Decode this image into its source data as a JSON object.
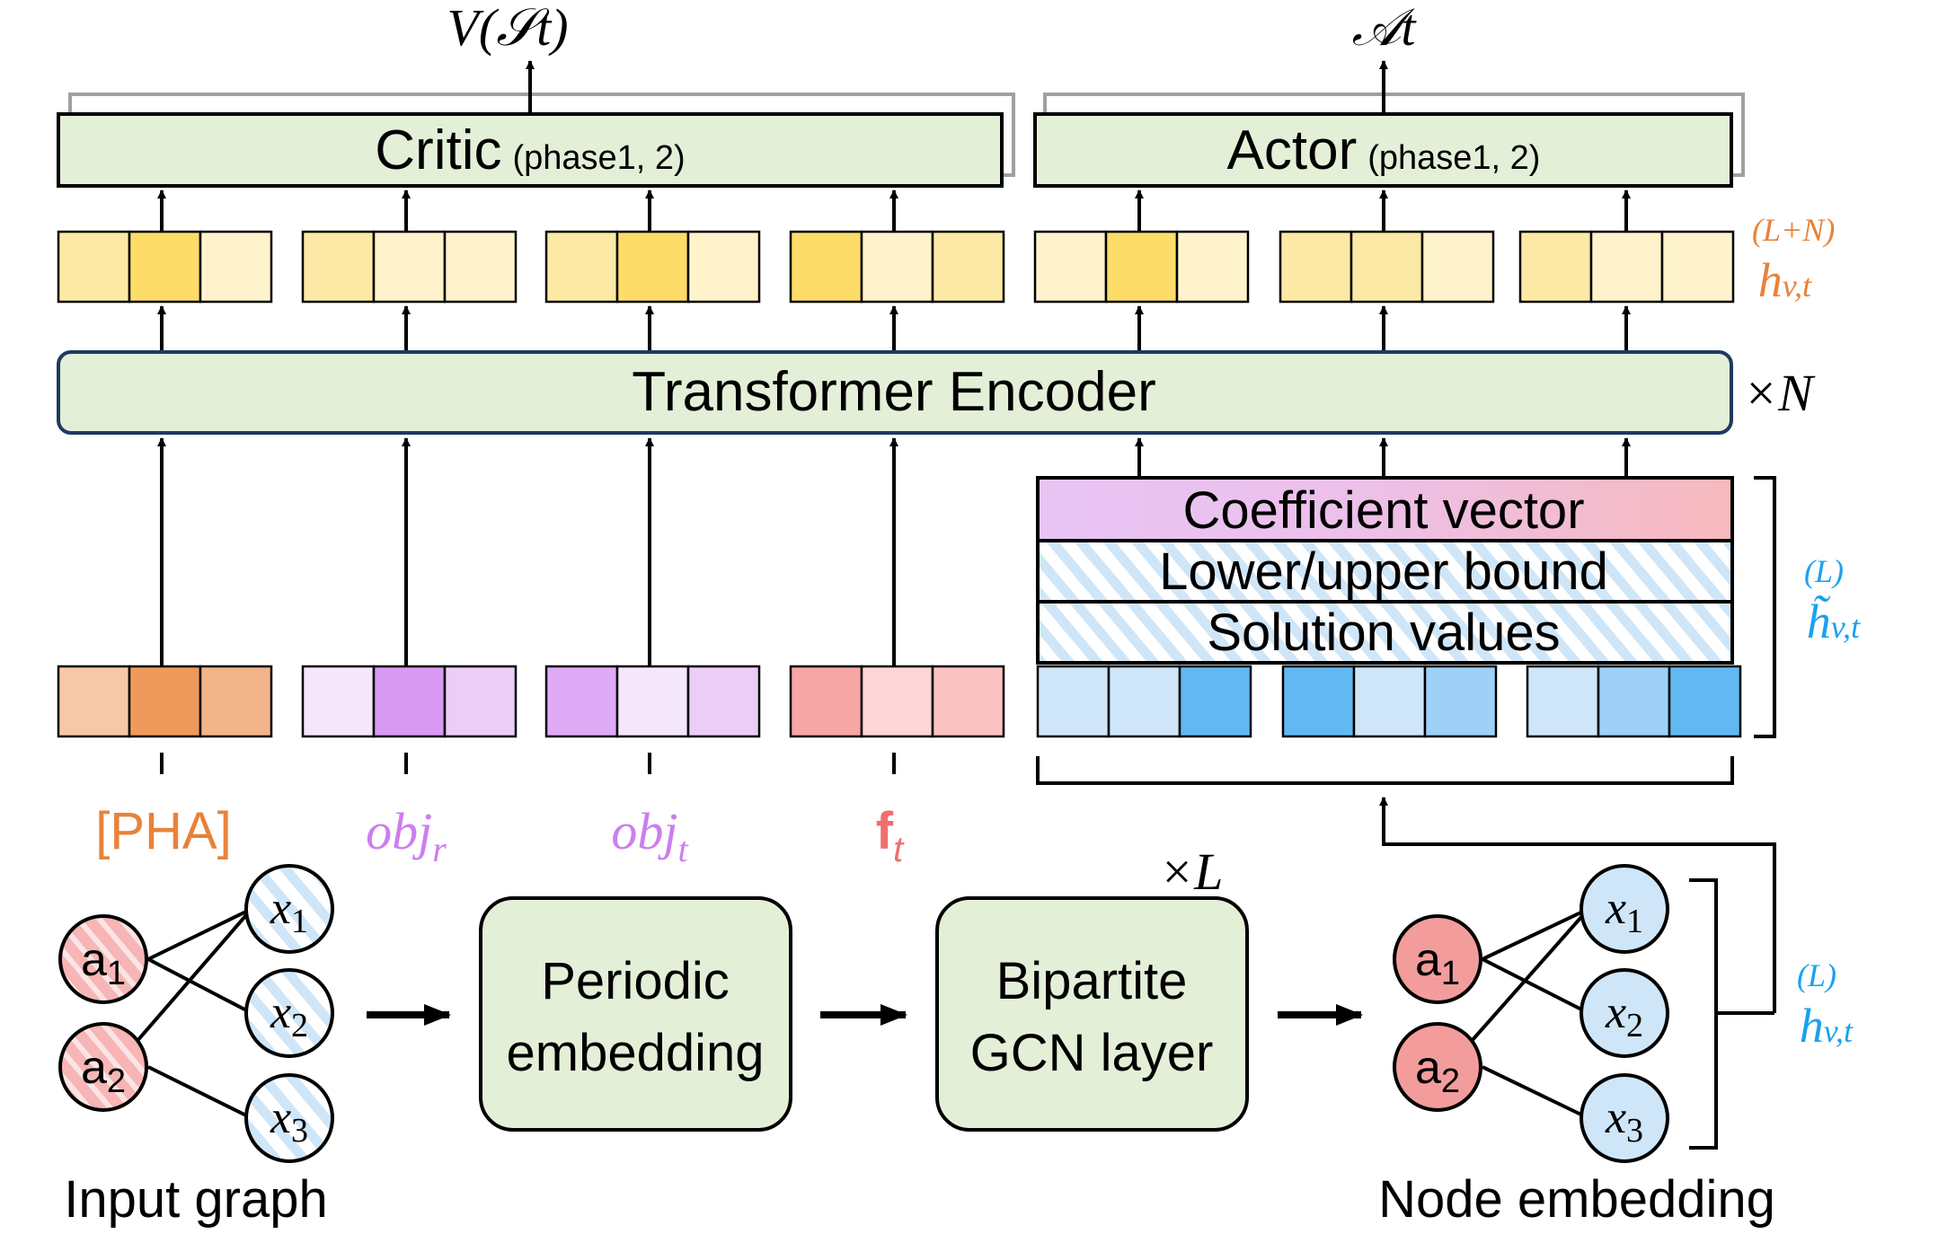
{
  "top_outputs": {
    "critic_value": "V(𝒮t)",
    "actor_action": "𝒜t"
  },
  "critic": {
    "label": "Critic",
    "phase": "(phase1, 2)"
  },
  "actor": {
    "label": "Actor",
    "phase": "(phase1, 2)"
  },
  "hidden_top_label": "h_v,t^(L+N)",
  "encoder": {
    "label": "Transformer Encoder",
    "repeat": "×N"
  },
  "feature_stack": {
    "coefficient": "Coefficient vector",
    "bounds": "Lower/upper bound",
    "solutions": "Solution values",
    "tilde_label": "h̃_v,t^(L)"
  },
  "tokens": {
    "pha": "[PHA]",
    "obj_r": "obj_r",
    "obj_t": "obj_t",
    "f_t": "f_t"
  },
  "bottom": {
    "input_graph": "Input graph",
    "periodic": [
      "Periodic",
      "embedding"
    ],
    "bipartite": [
      "Bipartite",
      "GCN layer"
    ],
    "repeat_l": "×L",
    "node_embedding": "Node embedding",
    "hidden_l_label": "h_v,t^(L)",
    "nodes": {
      "a1": "a1",
      "a2": "a2",
      "x1": "x1",
      "x2": "x2",
      "x3": "x3"
    }
  },
  "colors": {
    "green_box": "#e4efd8",
    "orange_label": "#e8823a",
    "purple_label": "#cc7ef0",
    "red_label": "#ef6f6f",
    "blue_label": "#1aa1f0",
    "node_red": "#f39c9c",
    "node_blue": "#cfe6f8"
  }
}
